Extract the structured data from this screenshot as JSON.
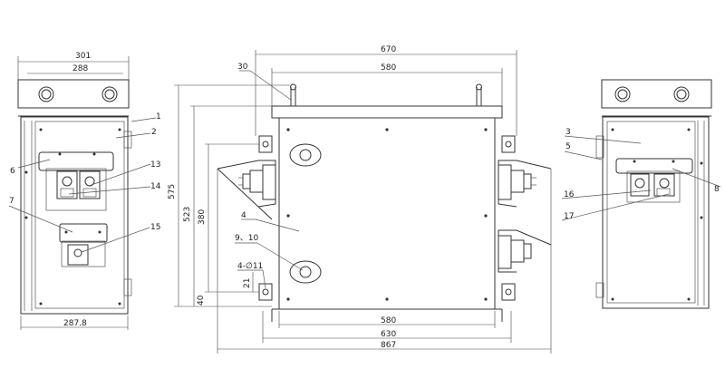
{
  "dimensions": {
    "left_top_outer": "301",
    "left_top_inner": "288",
    "left_bottom": "287.8",
    "front_top_outer": "670",
    "front_top_inner": "580",
    "front_height_total": "575",
    "front_height_body": "523",
    "front_height_inner": "380",
    "front_bottom_offset": "40",
    "front_hole_offset": "21",
    "front_bottom_1": "580",
    "front_bottom_2": "630",
    "front_bottom_3": "867"
  },
  "callouts": {
    "c1": "1",
    "c2": "2",
    "c6": "6",
    "c7": "7",
    "c13": "13",
    "c14": "14",
    "c15": "15",
    "c30": "30",
    "c4": "4",
    "c9_10": "9、10",
    "c4_11": "4-∅11",
    "c3": "3",
    "c5": "5",
    "c8": "8",
    "c16": "16",
    "c17": "17"
  }
}
